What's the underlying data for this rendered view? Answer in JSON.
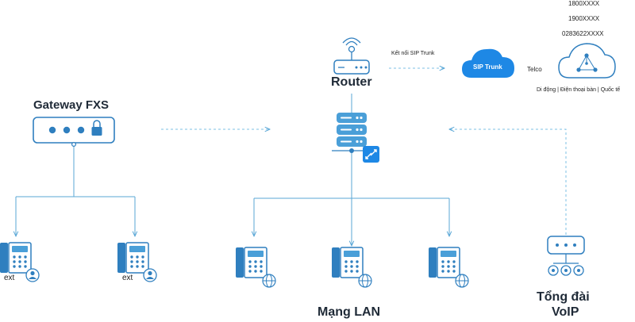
{
  "labels": {
    "router": "Router",
    "gateway": "Gateway FXS",
    "sip_connection": "Kết nối SIP Trunk",
    "sip_trunk": "SIP Trunk",
    "telco": "Telco",
    "numbers": [
      "1800XXXX",
      "1900XXXX",
      "0283622XXXX"
    ],
    "telco_caption": "Di động | Điện thoại bàn | Quốc tế",
    "lan": "Mạng LAN",
    "pbx_line1": "Tổng đài",
    "pbx_line2": "VoIP",
    "ext": "ext"
  },
  "colors": {
    "line": "#5aa7d6",
    "dash": "#7dc0e6",
    "device": "#2f7fbf",
    "device_light": "#4a9fd8",
    "accent": "#1e88e5"
  }
}
